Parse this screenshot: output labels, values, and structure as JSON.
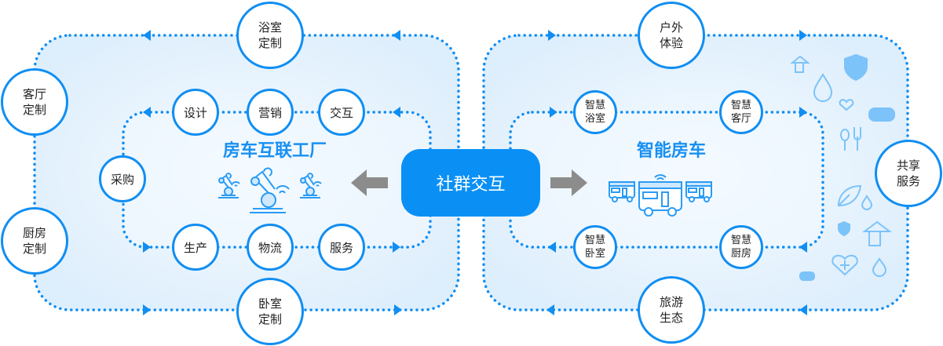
{
  "hub": {
    "label": "社群交互"
  },
  "factory": {
    "title": "房车互联工厂",
    "outer_nodes": [
      "浴室定制",
      "客厅定制",
      "厨房定制",
      "卧室定制"
    ],
    "inner_nodes": [
      "设计",
      "营销",
      "交互",
      "采购",
      "生产",
      "物流",
      "服务"
    ]
  },
  "rv": {
    "title": "智能房车",
    "outer_nodes": [
      "户外体验",
      "旅游生态",
      "共享服务"
    ],
    "inner_nodes": [
      "智慧浴室",
      "智慧客厅",
      "智慧卧室",
      "智慧厨房"
    ]
  },
  "colors": {
    "accent": "#108ef2",
    "hub": "#0a90f5",
    "panel": "#e3f1fd",
    "arrow": "#8c8c8c",
    "icon": "#7cc3fa"
  }
}
